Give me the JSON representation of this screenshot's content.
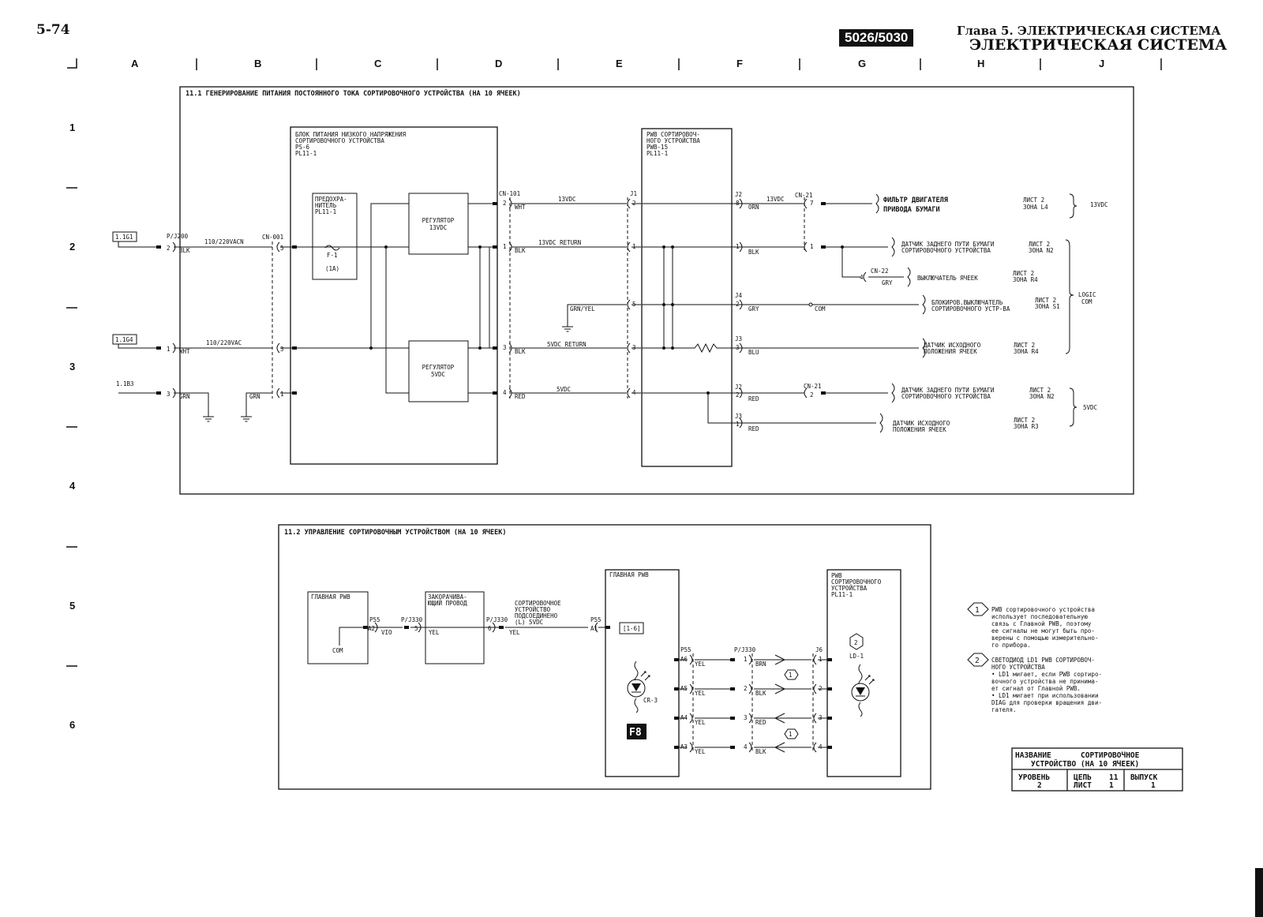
{
  "header": {
    "page_number": "5-74",
    "model": "5026/5030",
    "chapter": "Глава 5. ЭЛЕКТРИЧЕСКАЯ СИСТЕМА",
    "section": "ЭЛЕКТРИЧЕСКАЯ СИСТЕМА"
  },
  "grid": {
    "columns": [
      "A",
      "B",
      "C",
      "D",
      "E",
      "F",
      "G",
      "H",
      "J"
    ],
    "rows": [
      "1",
      "2",
      "3",
      "4",
      "5",
      "6"
    ]
  },
  "diagram1": {
    "title": "11.1  ГЕНЕРИРОВАНИЕ ПИТАНИЯ ПОСТОЯННОГО ТОКА СОРТИРОВОЧНОГО УСТРОЙСТВА (НА 10 ЯЧЕЕК)",
    "lvps_lines": [
      "БЛОК ПИТАНИЯ НИЗКОГО НАПРЯЖЕНИЯ",
      "СОРТИРОВОЧНОГО УСТРОЙСТВА",
      "PS-6",
      "PL11-1"
    ],
    "fuse_lines": [
      "ПРЕДОХРА-",
      "НИТЕЛЬ",
      "PL11-1"
    ],
    "fuse_name": "F-1",
    "fuse_rating": "(1A)",
    "reg13_lines": [
      "РЕГУЛЯТОР",
      "13VDC"
    ],
    "reg5_lines": [
      "РЕГУЛЯТОР",
      "5VDC"
    ],
    "pwb_lines": [
      "PWB СОРТИРОВОЧ-",
      "НОГО УСТРОЙСТВА",
      "PWB-15",
      "PL11-1"
    ],
    "inputs": [
      "1.1G1",
      "1.1G4",
      "1.1B3"
    ],
    "pj200": "P/J200",
    "cn001": "CN-001",
    "cn101": "CN-101",
    "j1": "J1",
    "vac1": "110/220VACN",
    "vac2": "110/220VAC",
    "wires": [
      "2",
      "BLK",
      "1",
      "WHT",
      "3",
      "GRN",
      "5",
      "3",
      "1",
      "GRN"
    ],
    "cn101_pins": [
      "2",
      "WHT",
      "1",
      "BLK",
      "3",
      "BLK",
      "4",
      "RED"
    ],
    "net_13vdc": "13VDC",
    "net_13ret": "13VDC  RETURN",
    "net_5ret": "5VDC  RETURN",
    "net_5vdc": "5VDC",
    "grnyel": "GRN/YEL",
    "j1_pins": [
      "2",
      "1",
      "5",
      "3",
      "4"
    ],
    "outputs": [
      {
        "jack": "J2",
        "pin": "8",
        "color": "ORN",
        "net": "13VDC",
        "conn": "CN-21",
        "cpin": "7",
        "l1": "ФИЛЬТР ДВИГАТЕЛЯ",
        "l2": "ПРИВОДА БУМАГИ",
        "sheet": "ЛИСТ 2",
        "zone": "ЗОНА L4"
      },
      {
        "jack": "",
        "pin": "1",
        "color": "BLK",
        "net": "",
        "conn": "",
        "cpin": "1",
        "l1": "ДАТЧИК ЗАДНЕГО ПУТИ БУМАГИ",
        "l2": "СОРТИРОВОЧНОГО УСТРОЙСТВА",
        "sheet": "ЛИСТ 2",
        "zone": "ЗОНА N2"
      },
      {
        "jack": "CN-22",
        "pin": "4",
        "color": "GRY",
        "net": "",
        "conn": "",
        "cpin": "",
        "l1": "ВЫКЛЮЧАТЕЛЬ ЯЧЕЕК",
        "l2": "",
        "sheet": "ЛИСТ 2",
        "zone": "ЗОНА R4"
      },
      {
        "jack": "J4",
        "pin": "2",
        "color": "GRY",
        "net": "COM",
        "conn": "",
        "cpin": "",
        "l1": "БЛОКИРОВ.ВЫКЛЮЧАТЕЛЬ",
        "l2": "СОРТИРОВОЧНОГО УСТР-ВА",
        "sheet": "ЛИСТ 2",
        "zone": "ЗОНА S1"
      },
      {
        "jack": "J3",
        "pin": "3",
        "color": "BLU",
        "net": "",
        "conn": "",
        "cpin": "",
        "l1": "ДАТЧИК ИСХОДНОГО",
        "l2": "ПОЛОЖЕНИЯ ЯЧЕЕК",
        "sheet": "ЛИСТ 2",
        "zone": "ЗОНА R4"
      },
      {
        "jack": "J2",
        "pin": "2",
        "color": "RED",
        "net": "",
        "conn": "CN-21",
        "cpin": "2",
        "l1": "ДАТЧИК ЗАДНЕГО ПУТИ БУМАГИ",
        "l2": "СОРТИРОВОЧНОГО УСТРОЙСТВА",
        "sheet": "ЛИСТ 2",
        "zone": "ЗОНА N2"
      },
      {
        "jack": "J3",
        "pin": "1",
        "color": "RED",
        "net": "",
        "conn": "",
        "cpin": "",
        "l1": "ДАТЧИК ИСХОДНОГО",
        "l2": "ПОЛОЖЕНИЯ ЯЧЕЕК",
        "sheet": "ЛИСТ 2",
        "zone": "ЗОНА R3"
      }
    ],
    "group_13vdc": "13VDC",
    "group_logic": [
      "LOGIC",
      "COM"
    ],
    "group_5vdc": "5VDC"
  },
  "diagram2": {
    "title": "11.2  УПРАВЛЕНИЕ СОРТИРОВОЧНЫМ УСТРОЙСТВОМ (НА 10 ЯЧЕЕК)",
    "main_pwb_small": "ГЛАВНАЯ PWB",
    "com": "COM",
    "short_lines": [
      "ЗАКОРАЧИВА-",
      "ЮЩИЙ ПРОВОД"
    ],
    "sorter_conn_lines": [
      "СОРТИРОВОЧНОЕ",
      "УСТРОЙСТВО",
      "ПОДСОЕДИНЕНО",
      "(L) 5VDC"
    ],
    "p55": "P55",
    "pj330": "P/J330",
    "a2": "A2",
    "vio": "VIO",
    "pin5": "5",
    "pin6": "6",
    "yel": "YEL",
    "a1": "A1",
    "range": "[1-6]",
    "main_pwb_big": "ГЛАВНАЯ PWB",
    "cr3": "CR-3",
    "fb": "F8",
    "sorter_pwb_lines": [
      "PWB",
      "СОРТИРОВОЧНОГО",
      "УСТРОЙСТВА",
      "PL11-1"
    ],
    "ld1": "LD-1",
    "j6": "J6",
    "signals": [
      {
        "a": "A6",
        "yel": "YEL",
        "pin": "1",
        "color": "BRN"
      },
      {
        "a": "A5",
        "yel": "YEL",
        "pin": "2",
        "color": "BLK"
      },
      {
        "a": "A4",
        "yel": "YEL",
        "pin": "3",
        "color": "RED"
      },
      {
        "a": "A3",
        "yel": "YEL",
        "pin": "4",
        "color": "BLK"
      }
    ],
    "marker1": "1",
    "marker2": "2"
  },
  "notes": [
    {
      "num": "1",
      "lines": [
        "PWB сортировочного устройства",
        "использует последовательную",
        "связь с Главной PWB, поэтому",
        "ее сигналы не могут быть про-",
        "верены с помощью измерительно-",
        "го прибора."
      ]
    },
    {
      "num": "2",
      "lines": [
        "СВЕТОДИОД LD1 PWB СОРТИРОВОЧ-",
        "НОГО УСТРОЙСТВА",
        "• LD1 мигает, если PWB сортиро-",
        "  вочного устройства не принима-",
        "  ет сигнал от Главной PWB.",
        "• LD1 мигает при использовании",
        "  DIAG для проверки вращения дви-",
        "  гателя."
      ]
    }
  ],
  "title_block": {
    "name_label": "НАЗВАНИЕ",
    "name_value": "СОРТИРОВОЧНОЕ",
    "name_value2": "УСТРОЙСТВО (НА 10 ЯЧЕЕК)",
    "level_label": "УРОВЕНЬ",
    "level_value": "2",
    "circuit_label": "ЦЕПЬ",
    "circuit_value": "11",
    "sheet_label": "ЛИСТ",
    "sheet_value": "1",
    "issue_label": "ВЫПУСК",
    "issue_value": "1"
  }
}
